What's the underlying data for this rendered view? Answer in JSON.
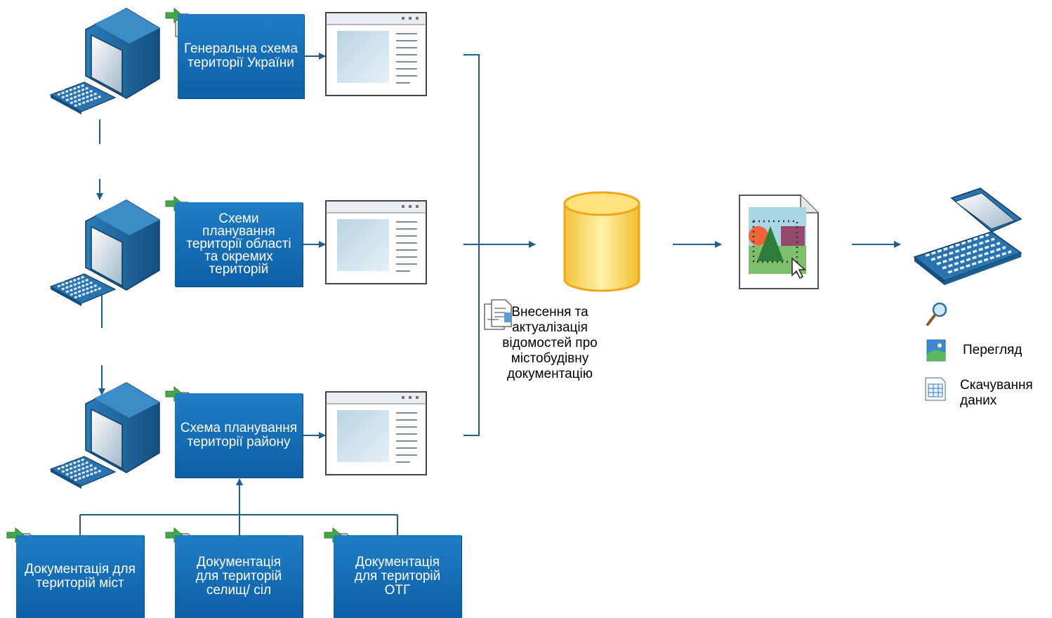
{
  "documents": {
    "general_scheme": "Генеральна схема території України",
    "regional_schemes": "Схеми планування території області та окремих територій",
    "district_scheme": "Схема планування території району",
    "city_docs": "Документація для територій міст",
    "settlement_docs": "Документація для територій селищ/ сіл",
    "otg_docs": "Документація для територій ОТГ"
  },
  "process_label": "Внесення та актуалізація відомостей про містобудівну документацію",
  "legend": {
    "view_label": "Перегляд",
    "download_label": "Скачування даних"
  },
  "icons": {
    "workstation": "desktop-computer-icon",
    "report": "document-import-icon",
    "window": "application-window-icon",
    "database": "database-cylinder-icon",
    "map": "map-image-document-icon",
    "laptop": "laptop-icon",
    "search": "magnifier-icon",
    "image": "picture-icon",
    "table": "spreadsheet-icon"
  },
  "colors": {
    "box_fill": "#1670b8",
    "arrow": "#1f5d8f",
    "monitor": "#1b5e93",
    "database": "#f6d64c"
  }
}
